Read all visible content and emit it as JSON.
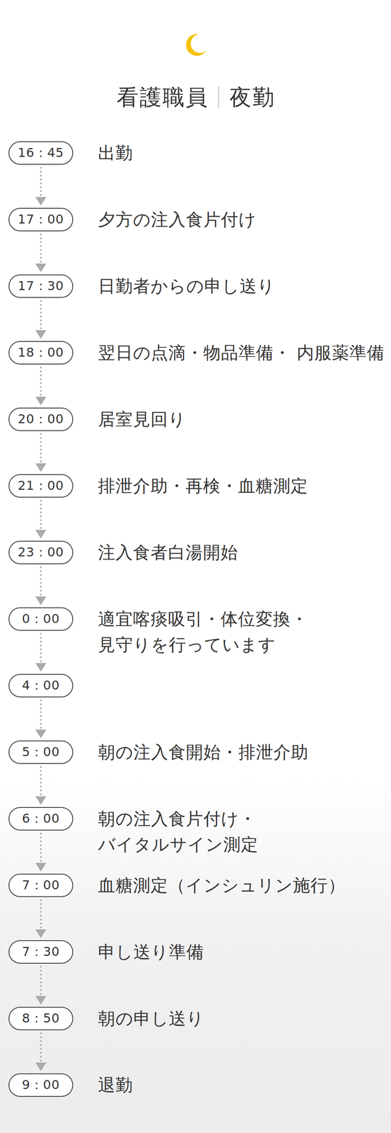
{
  "diagram": {
    "title": "看護職員",
    "nodes": [
      {
        "text": [
          "16：45"
        ]
      },
      {
        "text": [
          "17：00"
        ]
      },
      {
        "text": [
          "17：30"
        ]
      },
      {
        "text": [
          "18：00"
        ]
      },
      {
        "text": [
          "20：00"
        ]
      },
      {
        "text": [
          "21：00"
        ]
      },
      {
        "text": [
          "23：00"
        ]
      },
      {
        "text": [
          "0：00"
        ]
      },
      {
        "text": [
          "4：00"
        ]
      },
      {
        "text": [
          "5：00"
        ]
      },
      {
        "text": [
          "6：00"
        ]
      },
      {
        "text": [
          "7：00"
        ]
      },
      {
        "text": [
          "7：30"
        ]
      },
      {
        "text": [
          "8：50"
        ]
      },
      {
        "text": [
          "9：00"
        ]
      }
    ],
    "edges": [
      {
        "from": 0,
        "to": 1,
        "arrow": "to"
      },
      {
        "from": 1,
        "to": 2,
        "arrow": "to"
      },
      {
        "from": 2,
        "to": 3,
        "arrow": "to"
      },
      {
        "from": 3,
        "to": 4,
        "arrow": "to"
      },
      {
        "from": 4,
        "to": 5,
        "arrow": "to"
      },
      {
        "from": 5,
        "to": 6,
        "arrow": "to"
      },
      {
        "from": 6,
        "to": 7,
        "arrow": "to"
      },
      {
        "from": 7,
        "to": 8,
        "arrow": "to"
      },
      {
        "from": 8,
        "to": 9,
        "arrow": "to"
      },
      {
        "from": 9,
        "to": 10,
        "arrow": "to"
      },
      {
        "from": 10,
        "to": 11,
        "arrow": "to"
      },
      {
        "from": 11,
        "to": 12,
        "arrow": "to"
      },
      {
        "from": 12,
        "to": 13,
        "arrow": "to"
      },
      {
        "from": 13,
        "to": 14,
        "arrow": "to"
      }
    ],
    "labels": [
      "夜勤",
      "出勤",
      "夕方の注入食片付け",
      "日勤者からの申し送り",
      "翌日の点滴・物品準備・ 内服薬準備",
      "居室見回り",
      "排泄介助・再検・血糖測定",
      "注入食者白湯開始",
      "適宜喀痰吸引・体位変換・ 見守りを行っています",
      "朝の注入食開始・排泄介助",
      "朝の注入食片付け・ バイタルサイン測定",
      "血糖測定（インシュリン施行）",
      "申し送り準備",
      "朝の申し送り",
      "退勤"
    ]
  }
}
